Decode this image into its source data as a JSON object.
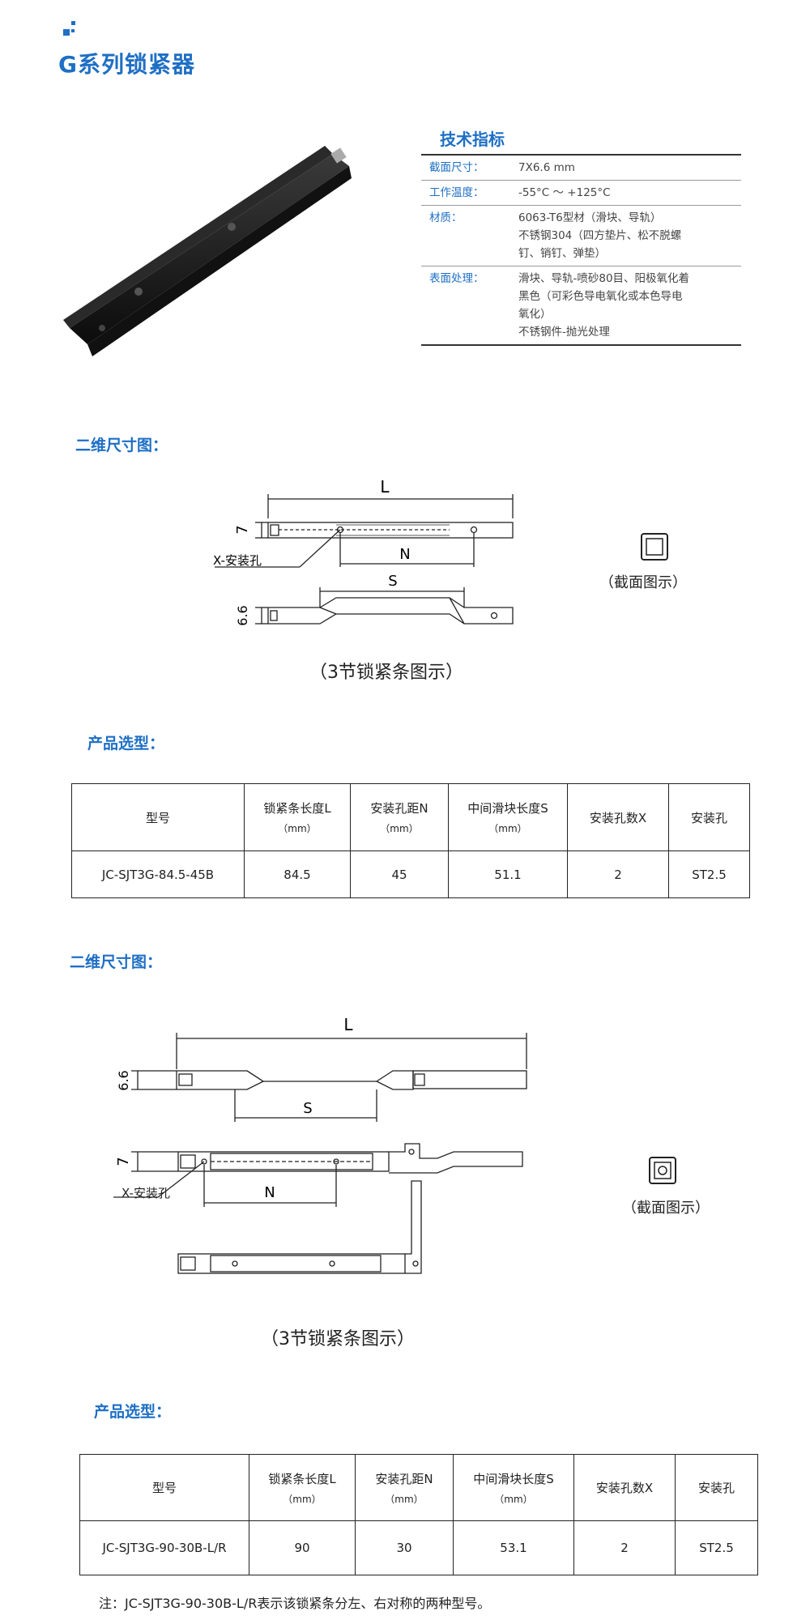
{
  "page": {
    "title": "G系列锁紧器"
  },
  "specs": {
    "title": "技术指标",
    "rows": [
      {
        "label": "截面尺寸：",
        "lines": [
          "7X6.6 mm"
        ]
      },
      {
        "label": "工作温度：",
        "lines": [
          "-55°C  ～ +125°C"
        ]
      },
      {
        "label": "材质：",
        "lines": [
          "6063-T6型材（滑块、导轨）",
          "不锈钢304（四方垫片、松不脱螺",
          "钉、销钉、弹垫）"
        ]
      },
      {
        "label": "表面处理：",
        "lines": [
          "滑块、导轨-喷砂80目、阳极氧化着",
          "黑色（可彩色导电氧化或本色导电",
          "氧化）",
          "不锈钢件-抛光处理"
        ]
      }
    ]
  },
  "section1": {
    "dim_title": "二维尺寸图：",
    "labels": {
      "L": "L",
      "N": "N",
      "S": "S",
      "h7": "7",
      "h66": "6.6",
      "hole": "X-安装孔"
    },
    "section_caption": "（截面图示）",
    "caption": "（3节锁紧条图示）",
    "sel_title": "产品选型：",
    "table": {
      "headers": [
        {
          "main": "型号",
          "unit": ""
        },
        {
          "main": "锁紧条长度L",
          "unit": "（mm）"
        },
        {
          "main": "安装孔距N",
          "unit": "（mm）"
        },
        {
          "main": "中间滑块长度S",
          "unit": "（mm）"
        },
        {
          "main": "安装孔数X",
          "unit": ""
        },
        {
          "main": "安装孔",
          "unit": ""
        }
      ],
      "row": [
        "JC-SJT3G-84.5-45B",
        "84.5",
        "45",
        "51.1",
        "2",
        "ST2.5"
      ]
    }
  },
  "section2": {
    "dim_title": "二维尺寸图：",
    "labels": {
      "L": "L",
      "N": "N",
      "S": "S",
      "h7": "7",
      "h66": "6.6",
      "hole": "X-安装孔"
    },
    "section_caption": "（截面图示）",
    "caption": "（3节锁紧条图示）",
    "sel_title": "产品选型：",
    "table": {
      "headers": [
        {
          "main": "型号",
          "unit": ""
        },
        {
          "main": "锁紧条长度L",
          "unit": "（mm）"
        },
        {
          "main": "安装孔距N",
          "unit": "（mm）"
        },
        {
          "main": "中间滑块长度S",
          "unit": "（mm）"
        },
        {
          "main": "安装孔数X",
          "unit": ""
        },
        {
          "main": "安装孔",
          "unit": ""
        }
      ],
      "row": [
        "JC-SJT3G-90-30B-L/R",
        "90",
        "30",
        "53.1",
        "2",
        "ST2.5"
      ]
    }
  },
  "note": "注：JC-SJT3G-90-30B-L/R表示该锁紧条分左、右对称的两种型号。",
  "colors": {
    "accent": "#1e6fc5",
    "text": "#222222"
  }
}
